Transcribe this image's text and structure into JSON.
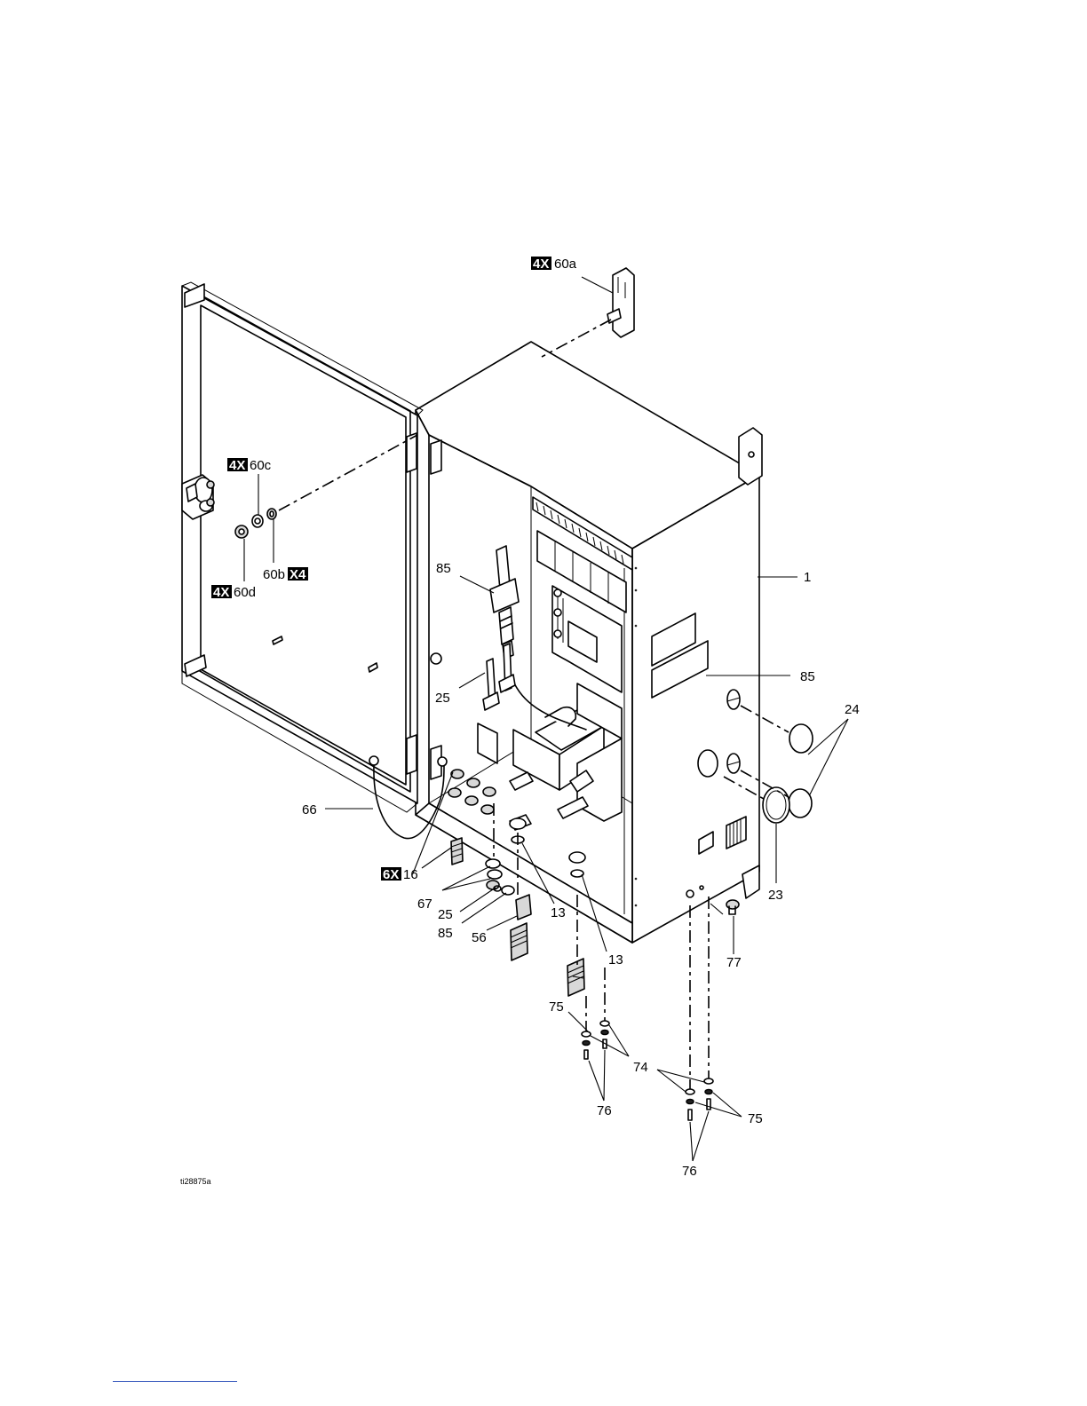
{
  "figure_id": "ti28875a",
  "callouts": {
    "c60a": {
      "qty": "4X",
      "ref": "60a"
    },
    "c60c": {
      "qty": "4X",
      "ref": "60c"
    },
    "c60b": {
      "ref": "60b",
      "qty": "X4"
    },
    "c60d": {
      "qty": "4X",
      "ref": "60d"
    },
    "c85a": {
      "ref": "85"
    },
    "c1": {
      "ref": "1"
    },
    "c85b": {
      "ref": "85"
    },
    "c24": {
      "ref": "24"
    },
    "c25a": {
      "ref": "25"
    },
    "c66": {
      "ref": "66"
    },
    "c16": {
      "qty": "6X",
      "ref": "16"
    },
    "c67": {
      "ref": "67"
    },
    "c25b": {
      "ref": "25"
    },
    "c85c": {
      "ref": "85"
    },
    "c56": {
      "ref": "56"
    },
    "c13a": {
      "ref": "13"
    },
    "c13b": {
      "ref": "13"
    },
    "c23": {
      "ref": "23"
    },
    "c77": {
      "ref": "77"
    },
    "c75a": {
      "ref": "75"
    },
    "c74": {
      "ref": "74"
    },
    "c76a": {
      "ref": "76"
    },
    "c75b": {
      "ref": "75"
    },
    "c76b": {
      "ref": "76"
    }
  }
}
